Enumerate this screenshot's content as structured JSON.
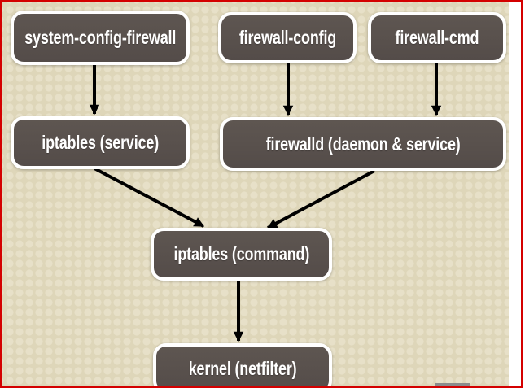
{
  "diagram": {
    "nodes": [
      {
        "id": "system-config-firewall",
        "label": "system-config-firewall"
      },
      {
        "id": "firewall-config",
        "label": "firewall-config"
      },
      {
        "id": "firewall-cmd",
        "label": "firewall-cmd"
      },
      {
        "id": "iptables-service",
        "label": "iptables (service)"
      },
      {
        "id": "firewalld",
        "label": "firewalld (daemon & service)"
      },
      {
        "id": "iptables-command",
        "label": "iptables (command)"
      },
      {
        "id": "kernel-netfilter",
        "label": "kernel (netfilter)"
      }
    ],
    "edges": [
      {
        "from": "system-config-firewall",
        "to": "iptables-service"
      },
      {
        "from": "firewall-config",
        "to": "firewalld"
      },
      {
        "from": "firewall-cmd",
        "to": "firewalld"
      },
      {
        "from": "iptables-service",
        "to": "iptables-command"
      },
      {
        "from": "firewalld",
        "to": "iptables-command"
      },
      {
        "from": "iptables-command",
        "to": "kernel-netfilter"
      }
    ],
    "colors": {
      "slide_background": "#ded6b9",
      "slide_dot": "#e7e0c8",
      "node_fill": "#564e4a",
      "node_border": "#ffffff",
      "node_text": "#ffffff",
      "arrow": "#000000",
      "annotation_frame": "#d40000",
      "scrollbar_thumb": "#8b8b8b"
    }
  }
}
